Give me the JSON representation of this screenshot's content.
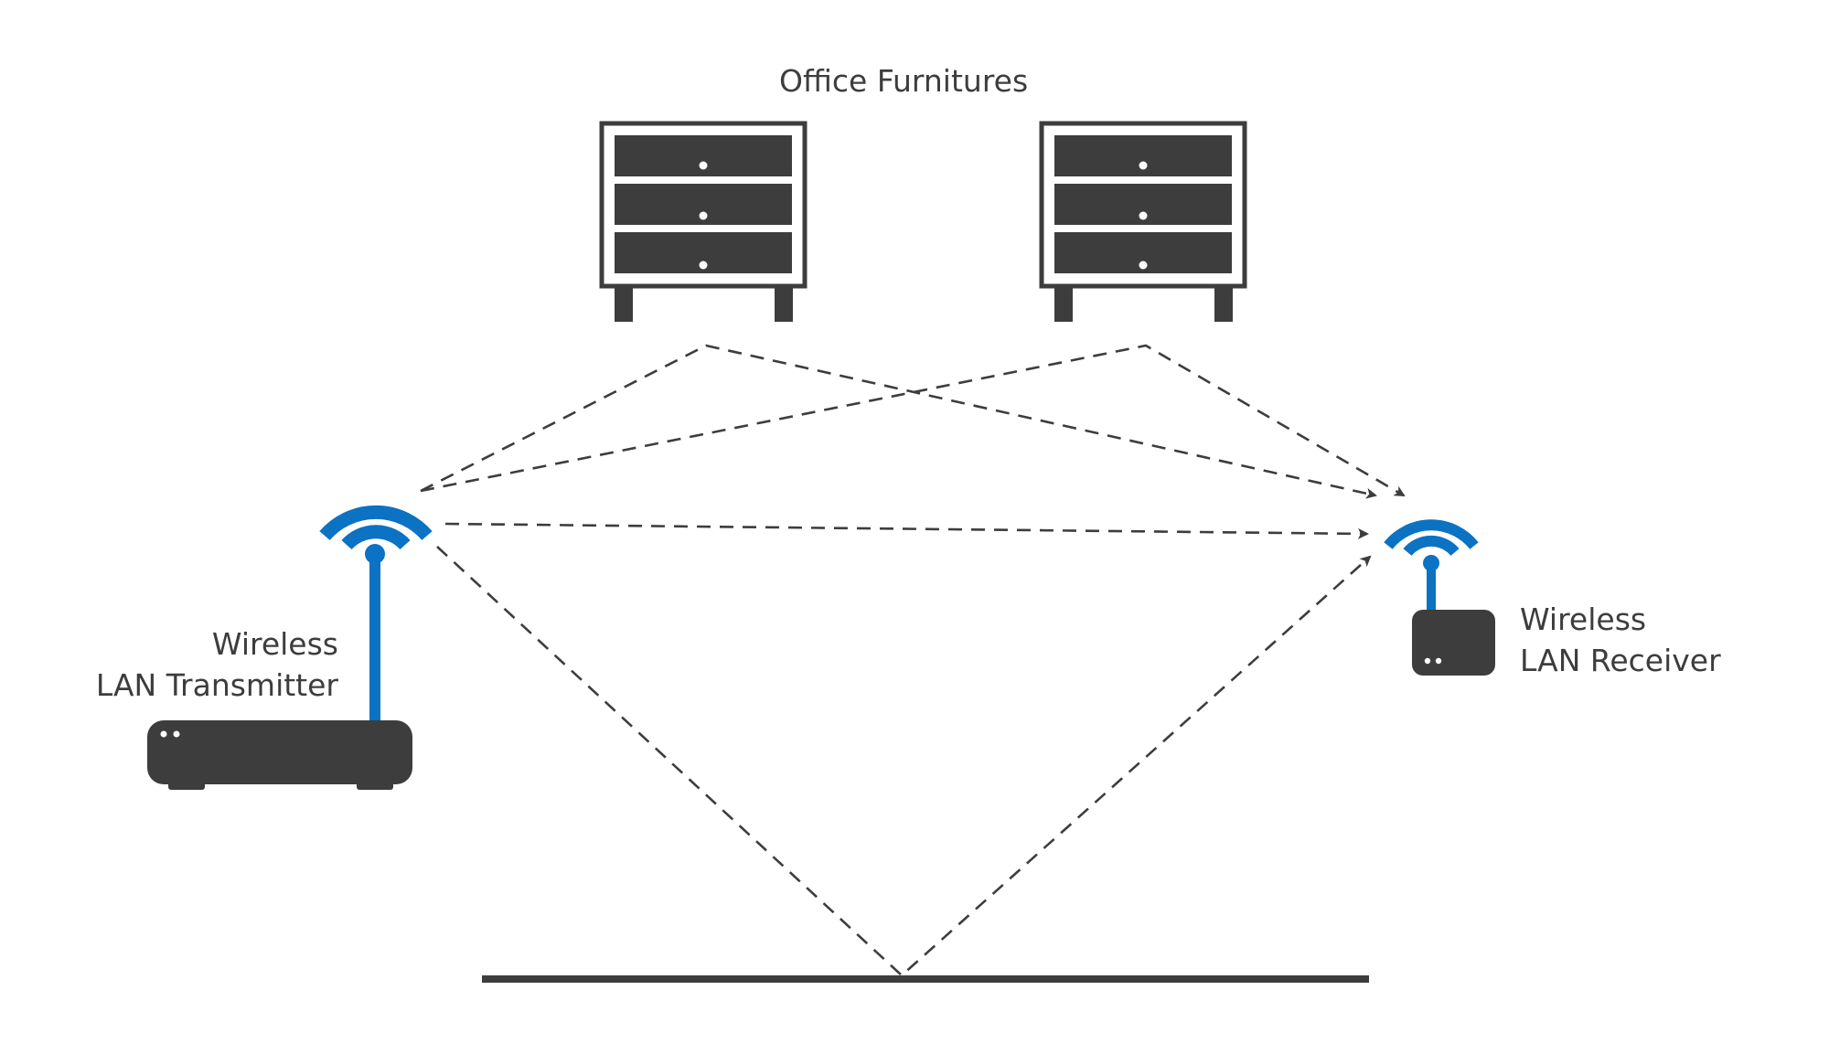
{
  "labels": {
    "furniture": "Office Furnitures",
    "transmitter_line1": "Wireless",
    "transmitter_line2": "LAN Transmitter",
    "receiver_line1": "Wireless",
    "receiver_line2": "LAN Receiver"
  },
  "colors": {
    "dark": "#3d3d3d",
    "accent": "#0b72c4",
    "background": "#ffffff"
  },
  "icons": {
    "furniture": "cabinet-icon",
    "transmitter": "router-icon",
    "receiver": "receiver-icon",
    "signal": "wifi-signal-icon"
  }
}
